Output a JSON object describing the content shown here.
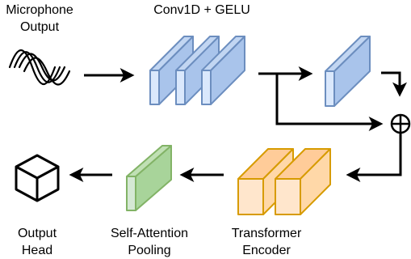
{
  "labels": {
    "microphone": {
      "line1": "Microphone",
      "line2": "Output"
    },
    "conv": "Conv1D + GELU",
    "output_head": {
      "line1": "Output",
      "line2": "Head"
    },
    "pooling": {
      "line1": "Self-Attention",
      "line2": "Pooling"
    },
    "transformer": {
      "line1": "Transformer",
      "line2": "Encoder"
    }
  },
  "colors": {
    "conv_front": "#dae8fc",
    "conv_side": "#a9c4eb",
    "conv_stroke": "#6c8ebf",
    "transformer_front": "#ffe6cc",
    "transformer_side": "#ffd8a8",
    "transformer_top": "#ffcc99",
    "transformer_stroke": "#d79b00",
    "pooling_front": "#d5e8d4",
    "pooling_side": "#a8d49a",
    "pooling_stroke": "#82b366",
    "line": "#000000"
  },
  "icons": {
    "waveform": "sine-waves-icon",
    "add": "circle-plus-icon",
    "output": "cube-icon"
  }
}
